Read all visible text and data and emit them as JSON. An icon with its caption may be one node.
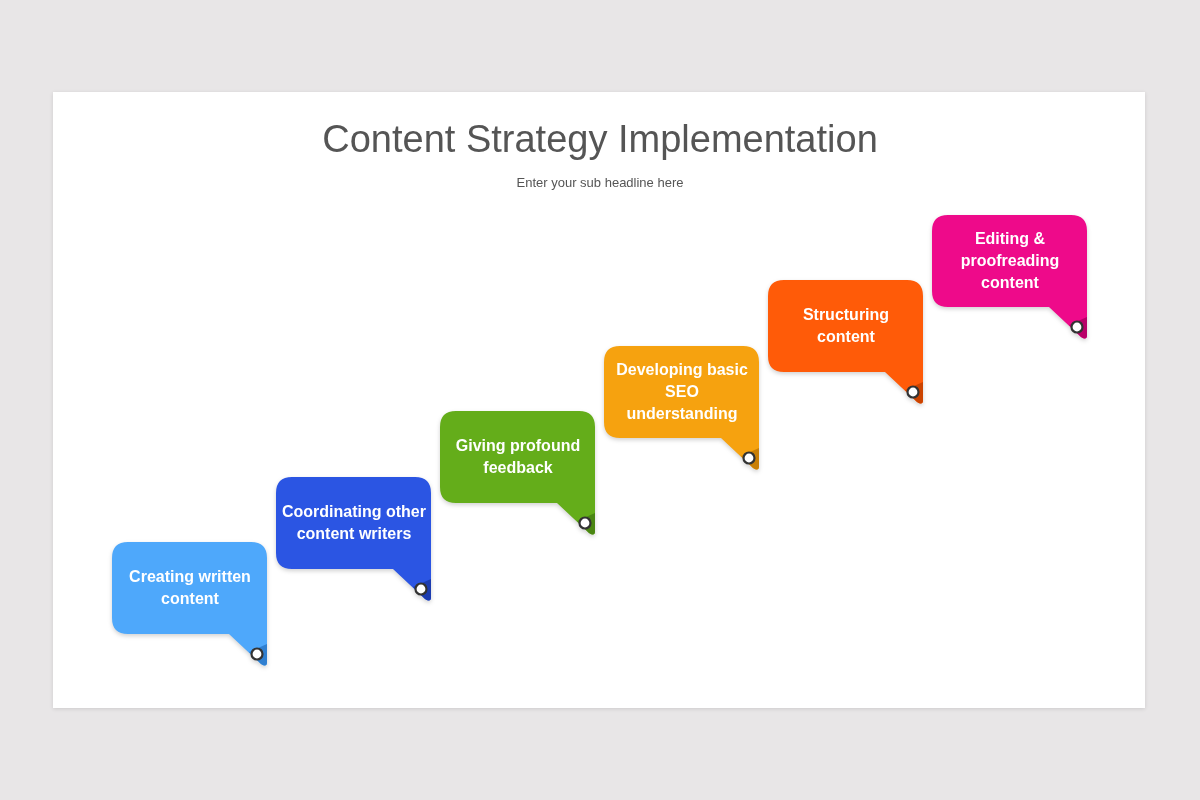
{
  "diagram": {
    "title": "Content Strategy Implementation",
    "caption": "Enter your sub headline here",
    "nodes": [
      {
        "text": [
          "Creating written content"
        ]
      },
      {
        "text": [
          "Coordinating other content writers"
        ]
      },
      {
        "text": [
          "Giving profound feedback"
        ]
      },
      {
        "text": [
          "Developing basic SEO understanding"
        ]
      },
      {
        "text": [
          "Structuring content"
        ]
      },
      {
        "text": [
          "Editing & proofreading content"
        ]
      }
    ]
  }
}
